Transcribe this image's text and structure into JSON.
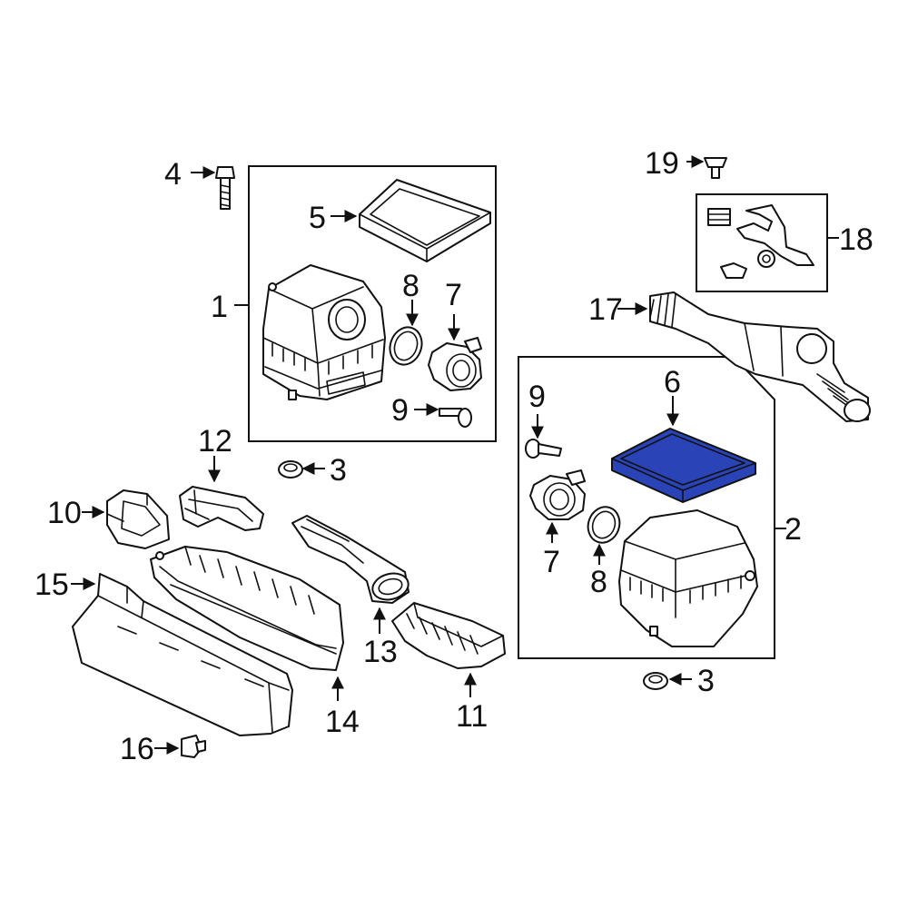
{
  "callouts": {
    "c1": "1",
    "c2": "2",
    "c3a": "3",
    "c3b": "3",
    "c4": "4",
    "c5": "5",
    "c6": "6",
    "c7a": "7",
    "c7b": "7",
    "c8a": "8",
    "c8b": "8",
    "c9a": "9",
    "c9b": "9",
    "c10": "10",
    "c11": "11",
    "c12": "12",
    "c13": "13",
    "c14": "14",
    "c15": "15",
    "c16": "16",
    "c17": "17",
    "c18": "18",
    "c19": "19"
  },
  "colors": {
    "line": "#111111",
    "background": "#ffffff",
    "highlight_fill": "#2a44b8"
  },
  "highlighted_part": "6"
}
